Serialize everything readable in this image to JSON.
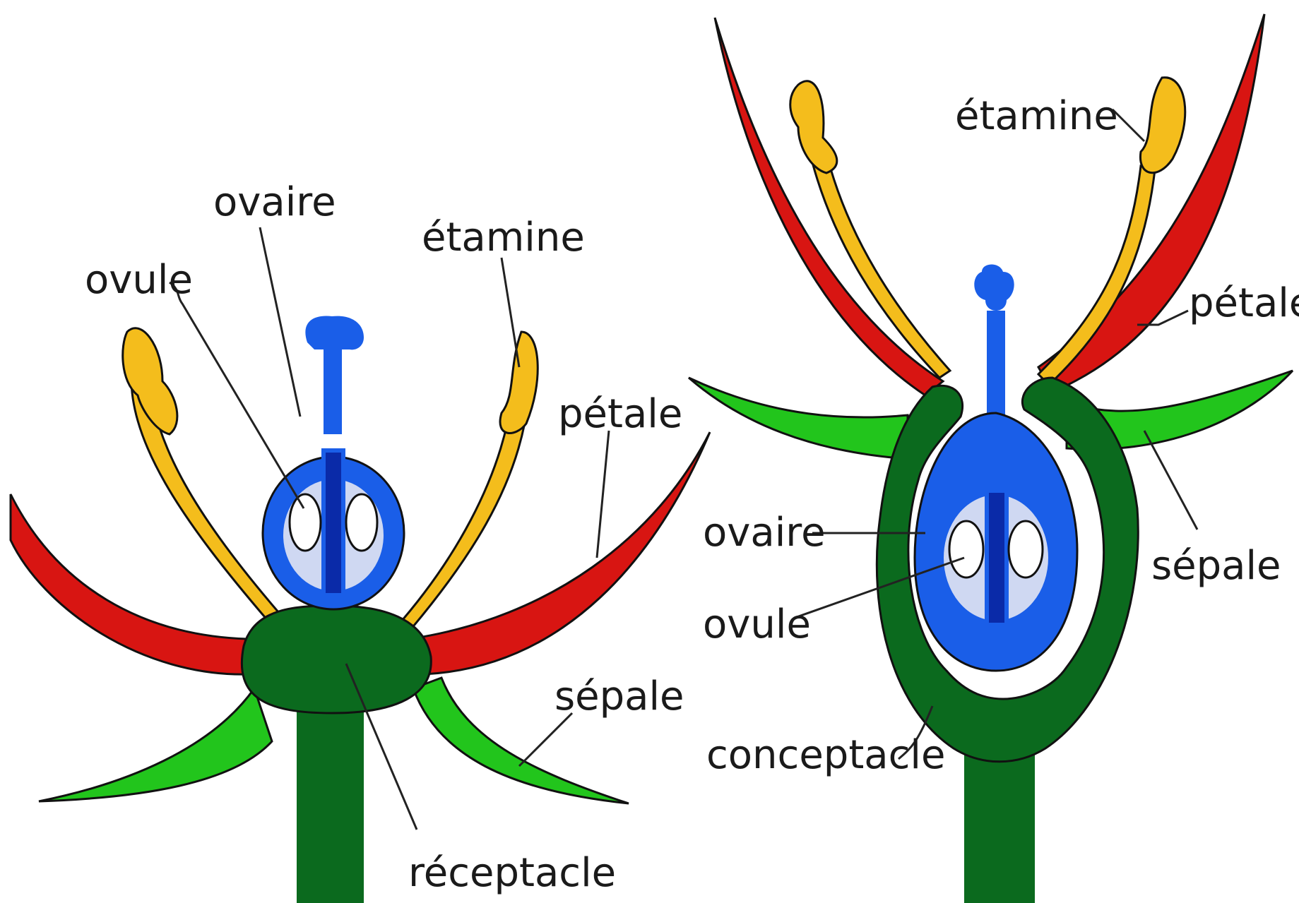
{
  "colors": {
    "receptacle": "#0b6a1e",
    "sepal": "#22c51c",
    "petal": "#d81512",
    "stamen": "#f4bd1c",
    "pistil": "#1a5ee8",
    "ovary_inner": "#cfd8f2",
    "placenta": "#0a2aa8",
    "text": "#1a1a1a"
  },
  "left_flower": {
    "labels": {
      "ovaire": "ovaire",
      "ovule": "ovule",
      "etamine": "étamine",
      "petale": "pétale",
      "sepale": "sépale",
      "receptacle": "réceptacle"
    }
  },
  "right_flower": {
    "labels": {
      "etamine": "étamine",
      "petale": "pétale",
      "sepale": "sépale",
      "ovaire": "ovaire",
      "ovule": "ovule",
      "conceptacle": "conceptacle"
    }
  }
}
